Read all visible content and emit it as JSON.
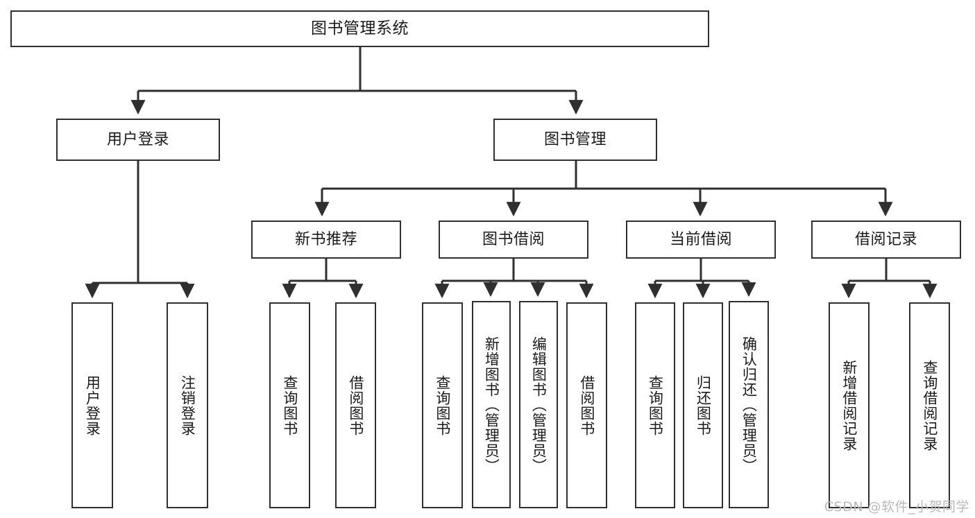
{
  "diagram": {
    "type": "tree-hierarchy",
    "title": "图书管理系统",
    "watermark": "CSDN @软件_小贺同学",
    "colors": {
      "background": "#ffffff",
      "box_border": "#2f2f2f",
      "box_fill": "#ffffff",
      "connector": "#2f2f2f",
      "text": "#1a1a1a",
      "watermark": "#b9b9b9"
    },
    "nodes": {
      "root": {
        "label": "图书管理系统"
      },
      "level2": [
        {
          "id": "user-login",
          "label": "用户登录"
        },
        {
          "id": "book-manage",
          "label": "图书管理"
        }
      ],
      "level3": [
        {
          "id": "new-book-recommend",
          "label": "新书推荐"
        },
        {
          "id": "book-borrow",
          "label": "图书借阅"
        },
        {
          "id": "current-borrow",
          "label": "当前借阅"
        },
        {
          "id": "borrow-record",
          "label": "借阅记录"
        }
      ],
      "leaves": [
        {
          "id": "leaf-user-login",
          "label": "用户登录",
          "parent": "user-login"
        },
        {
          "id": "leaf-user-logout",
          "label": "注销登录",
          "parent": "user-login"
        },
        {
          "id": "leaf-query-book-1",
          "label": "查询图书",
          "parent": "new-book-recommend"
        },
        {
          "id": "leaf-borrow-book-1",
          "label": "借阅图书",
          "parent": "new-book-recommend"
        },
        {
          "id": "leaf-query-book-2",
          "label": "查询图书",
          "parent": "book-borrow"
        },
        {
          "id": "leaf-add-book",
          "label": "新增图书（管理员）",
          "parent": "book-borrow"
        },
        {
          "id": "leaf-edit-book",
          "label": "编辑图书（管理员）",
          "parent": "book-borrow"
        },
        {
          "id": "leaf-borrow-book-2",
          "label": "借阅图书",
          "parent": "book-borrow"
        },
        {
          "id": "leaf-query-book-3",
          "label": "查询图书",
          "parent": "current-borrow"
        },
        {
          "id": "leaf-return-book",
          "label": "归还图书",
          "parent": "current-borrow"
        },
        {
          "id": "leaf-confirm-return",
          "label": "确认归还（管理员）",
          "parent": "current-borrow"
        },
        {
          "id": "leaf-add-record",
          "label": "新增借阅记录",
          "parent": "borrow-record"
        },
        {
          "id": "leaf-query-record",
          "label": "查询借阅记录",
          "parent": "borrow-record"
        }
      ]
    }
  }
}
